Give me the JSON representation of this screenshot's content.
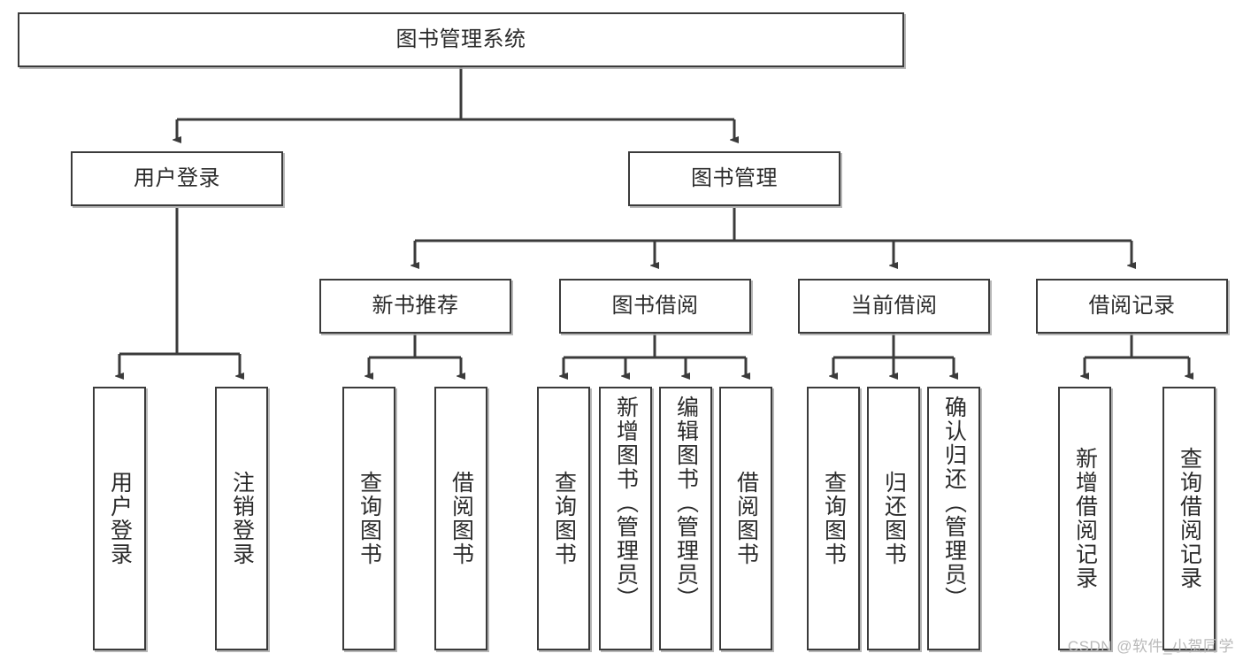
{
  "diagram": {
    "title": "图书管理系统",
    "type": "tree-hierarchy-diagram",
    "root": {
      "id": "root",
      "label": "图书管理系统"
    },
    "level2": [
      {
        "id": "user-login",
        "label": "用户登录"
      },
      {
        "id": "book-management",
        "label": "图书管理"
      }
    ],
    "level3": [
      {
        "id": "new-book-recommend",
        "label": "新书推荐"
      },
      {
        "id": "book-borrow",
        "label": "图书借阅"
      },
      {
        "id": "current-borrow",
        "label": "当前借阅"
      },
      {
        "id": "borrow-record",
        "label": "借阅记录"
      }
    ],
    "leaves": [
      {
        "id": "leaf-user-login",
        "label": "用户登录"
      },
      {
        "id": "leaf-logout-login",
        "label": "注销登录"
      },
      {
        "id": "leaf-query-book-1",
        "label": "查询图书"
      },
      {
        "id": "leaf-borrow-book-1",
        "label": "借阅图书"
      },
      {
        "id": "leaf-query-book-2",
        "label": "查询图书"
      },
      {
        "id": "leaf-add-book",
        "label": "新增图书（管理员）"
      },
      {
        "id": "leaf-edit-book",
        "label": "编辑图书（管理员）"
      },
      {
        "id": "leaf-borrow-book-2",
        "label": "借阅图书"
      },
      {
        "id": "leaf-query-book-3",
        "label": "查询图书"
      },
      {
        "id": "leaf-return-book",
        "label": "归还图书"
      },
      {
        "id": "leaf-confirm-return",
        "label": "确认归还（管理员）"
      },
      {
        "id": "leaf-add-record",
        "label": "新增借阅记录"
      },
      {
        "id": "leaf-query-record",
        "label": "查询借阅记录"
      }
    ],
    "colors": {
      "stroke": "#3b3b3b",
      "fill": "#ffffff",
      "text": "#2b2b2b",
      "shadow": "#aaaaaa"
    }
  },
  "watermark": {
    "text": "CSDN @软件_小贺同学"
  }
}
